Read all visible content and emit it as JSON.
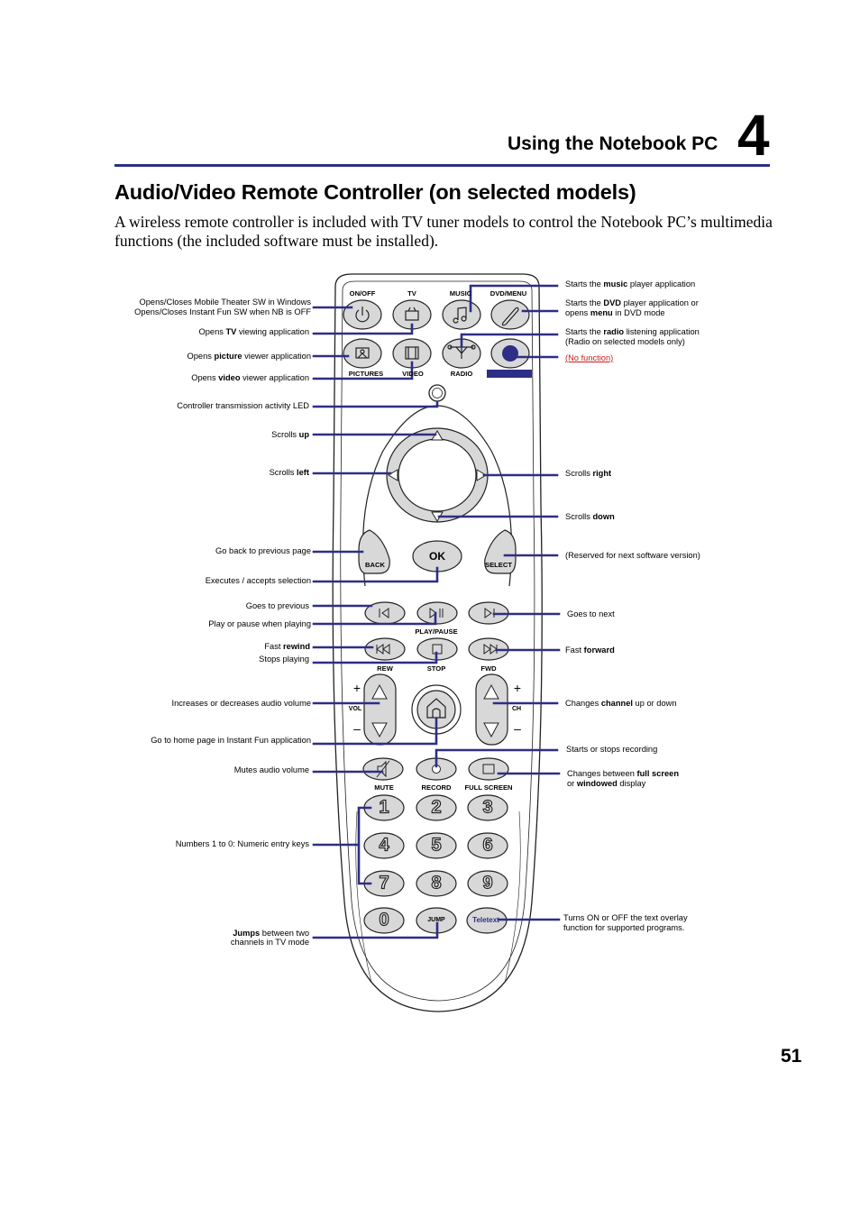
{
  "header": {
    "chapter_title": "Using the Notebook PC",
    "chapter_number": "4"
  },
  "section": {
    "title": "Audio/Video Remote Controller (on selected models)",
    "intro": "A wireless remote controller is included with TV tuner models to control the Notebook PC’s multimedia functions (the included software must be installed)."
  },
  "remote_labels": {
    "on_off": "ON/OFF",
    "tv": "TV",
    "music": "MUSIC",
    "dvd_menu": "DVD/MENU",
    "pictures": "PICTURES",
    "video": "VIDEO",
    "radio": "RADIO",
    "back": "BACK",
    "ok": "OK",
    "select": "SELECT",
    "play_pause": "PLAY/PAUSE",
    "rew": "REW",
    "stop": "STOP",
    "fwd": "FWD",
    "vol": "VOL",
    "ch": "CH",
    "plus": "+",
    "minus": "–",
    "mute": "MUTE",
    "record": "RECORD",
    "full_screen": "FULL SCREEN",
    "jump": "JUMP",
    "teletext": "Teletext",
    "digits": [
      "1",
      "2",
      "3",
      "4",
      "5",
      "6",
      "7",
      "8",
      "9",
      "0"
    ]
  },
  "callouts_left": {
    "onoff_1": "Opens/Closes Mobile Theater SW in Windows",
    "onoff_2": "Opens/Closes Instant Fun SW when NB is OFF",
    "tv_pre": "Opens ",
    "tv_bold": "TV",
    "tv_post": " viewing application",
    "pic_pre": "Opens ",
    "pic_bold": "picture",
    "pic_post": " viewer application",
    "vid_pre": "Opens ",
    "vid_bold": "video",
    "vid_post": " viewer application",
    "led": "Controller transmission activity LED",
    "up_pre": "Scrolls ",
    "up_bold": "up",
    "left_pre": "Scrolls ",
    "left_bold": "left",
    "back": "Go back to previous page",
    "ok": "Executes / accepts selection",
    "prev": "Goes to previous",
    "play": "Play or pause when playing",
    "rew_pre": "Fast ",
    "rew_bold": "rewind",
    "stop": "Stops playing",
    "vol": "Increases or decreases audio volume",
    "home": "Go to home page in Instant Fun application",
    "mute": "Mutes audio volume",
    "numbers": "Numbers 1 to 0: Numeric entry keys",
    "jump_bold": "Jumps",
    "jump_post": " between two",
    "jump_2": "channels in TV mode"
  },
  "callouts_right": {
    "music_pre": "Starts the ",
    "music_bold": "music",
    "music_post": " player application",
    "dvd_pre": "Starts the ",
    "dvd_bold": "DVD",
    "dvd_post": " player application or",
    "dvd2_pre": "opens ",
    "dvd2_bold": "menu",
    "dvd2_post": " in DVD mode",
    "radio_pre": "Starts the ",
    "radio_bold": "radio",
    "radio_post": " listening application",
    "radio_2": "(Radio on selected models only)",
    "nofunc": "(No function)",
    "right_pre": "Scrolls ",
    "right_bold": "right",
    "down_pre": "Scrolls ",
    "down_bold": "down",
    "select": "(Reserved for next software version)",
    "next": "Goes to next",
    "fwd_pre": "Fast ",
    "fwd_bold": "forward",
    "ch_pre": "Changes ",
    "ch_bold": "channel",
    "ch_post": " up or down",
    "record": "Starts or stops recording",
    "fs_pre": "Changes between ",
    "fs_bold": "full screen",
    "fs2_pre": "or ",
    "fs2_bold": "windowed",
    "fs2_post": " display",
    "teletext_1": "Turns ON or OFF the text overlay",
    "teletext_2": "function for supported programs."
  },
  "page_number": "51",
  "colors": {
    "accent": "#2e2e86",
    "red": "#c81e1e"
  }
}
